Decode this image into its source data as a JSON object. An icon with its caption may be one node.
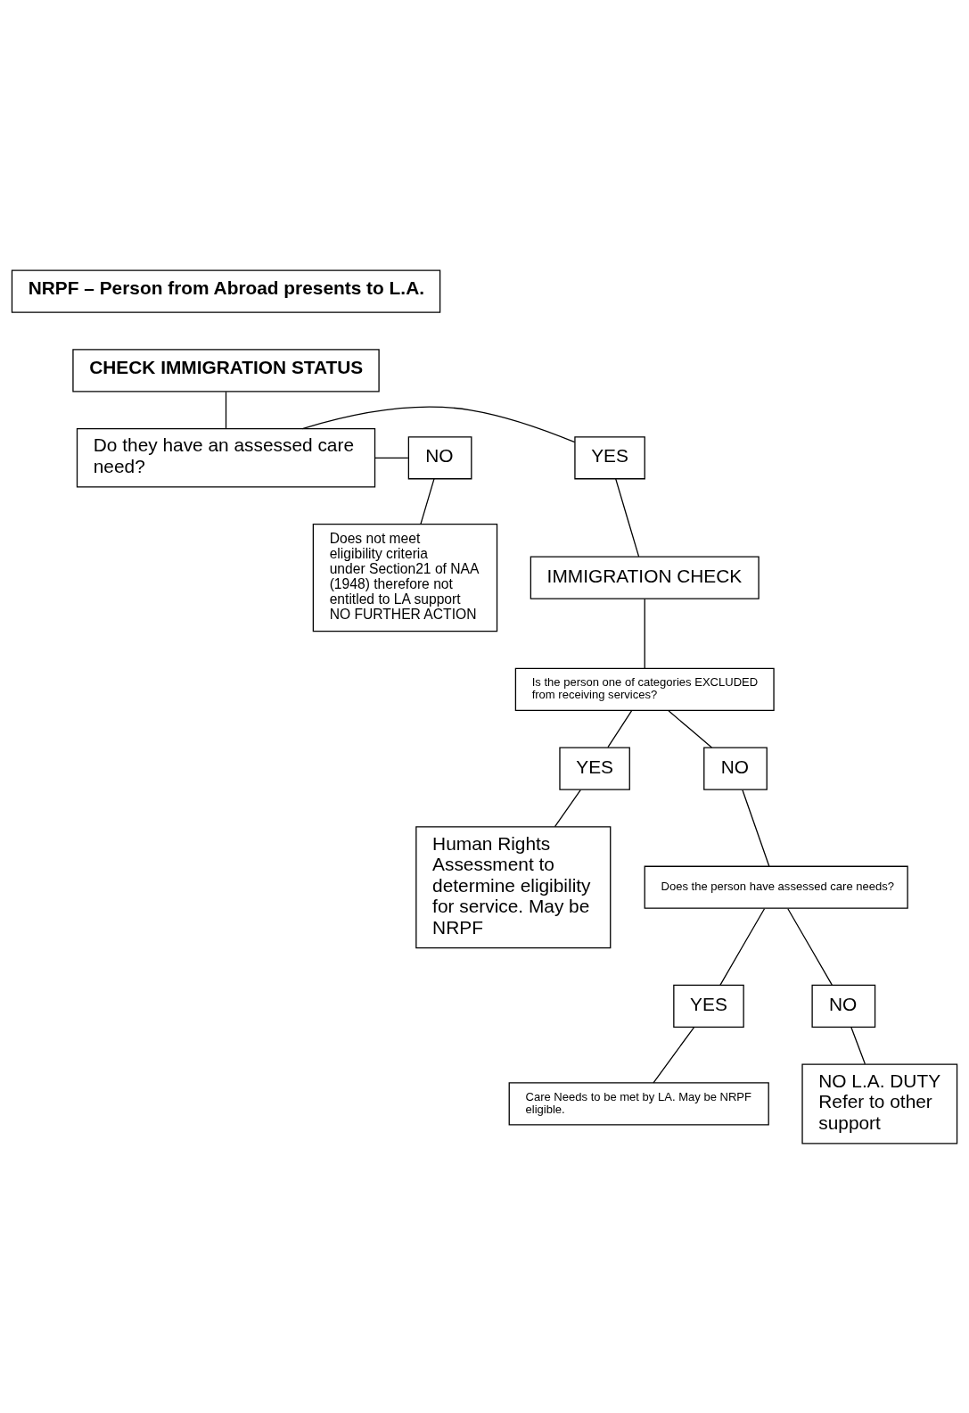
{
  "diagram": {
    "nodes": [
      {
        "text": [
          "NRPF – Person from Abroad presents to L.A."
        ]
      },
      {
        "text": [
          "CHECK IMMIGRATION STATUS"
        ]
      },
      {
        "text": [
          "Do they have an assessed care need?"
        ]
      },
      {
        "text": [
          "YES"
        ]
      },
      {
        "text": [
          "NO"
        ]
      },
      {
        "text": [
          "IMMIGRATION CHECK"
        ]
      },
      {
        "text": [
          "Does not meet eligibility criteria under Section21 of NAA (1948) therefore not entitled to LA support NO FURTHER ACTION"
        ]
      },
      {
        "text": [
          "Is the person one of categories EXCLUDED from receiving services?"
        ]
      },
      {
        "text": [
          "YES"
        ]
      },
      {
        "text": [
          "NO"
        ]
      },
      {
        "text": [
          "Human Rights Assessment to determine eligibility for service. May be NRPF"
        ]
      },
      {
        "text": [
          "Does the person have assessed care needs?"
        ]
      },
      {
        "text": [
          "YES"
        ]
      },
      {
        "text": [
          "NO"
        ]
      },
      {
        "text": [
          "Care Needs to be met by LA. May be NRPF eligible."
        ]
      },
      {
        "text": [
          "NO L.A. DUTY Refer to other support"
        ]
      }
    ],
    "edges": [
      {
        "from": 1,
        "to": 2,
        "arrow": "none"
      },
      {
        "from": 2,
        "to": 3,
        "arrow": "none"
      },
      {
        "from": 2,
        "to": 4,
        "arrow": "none"
      },
      {
        "from": 3,
        "to": 5,
        "arrow": "none"
      },
      {
        "from": 4,
        "to": 6,
        "arrow": "none"
      },
      {
        "from": 5,
        "to": 7,
        "arrow": "none"
      },
      {
        "from": 7,
        "to": 8,
        "arrow": "none"
      },
      {
        "from": 7,
        "to": 9,
        "arrow": "none"
      },
      {
        "from": 8,
        "to": 10,
        "arrow": "none"
      },
      {
        "from": 9,
        "to": 11,
        "arrow": "none"
      },
      {
        "from": 11,
        "to": 12,
        "arrow": "none"
      },
      {
        "from": 11,
        "to": 13,
        "arrow": "none"
      },
      {
        "from": 12,
        "to": 14,
        "arrow": "none"
      },
      {
        "from": 13,
        "to": 15,
        "arrow": "none"
      }
    ]
  }
}
